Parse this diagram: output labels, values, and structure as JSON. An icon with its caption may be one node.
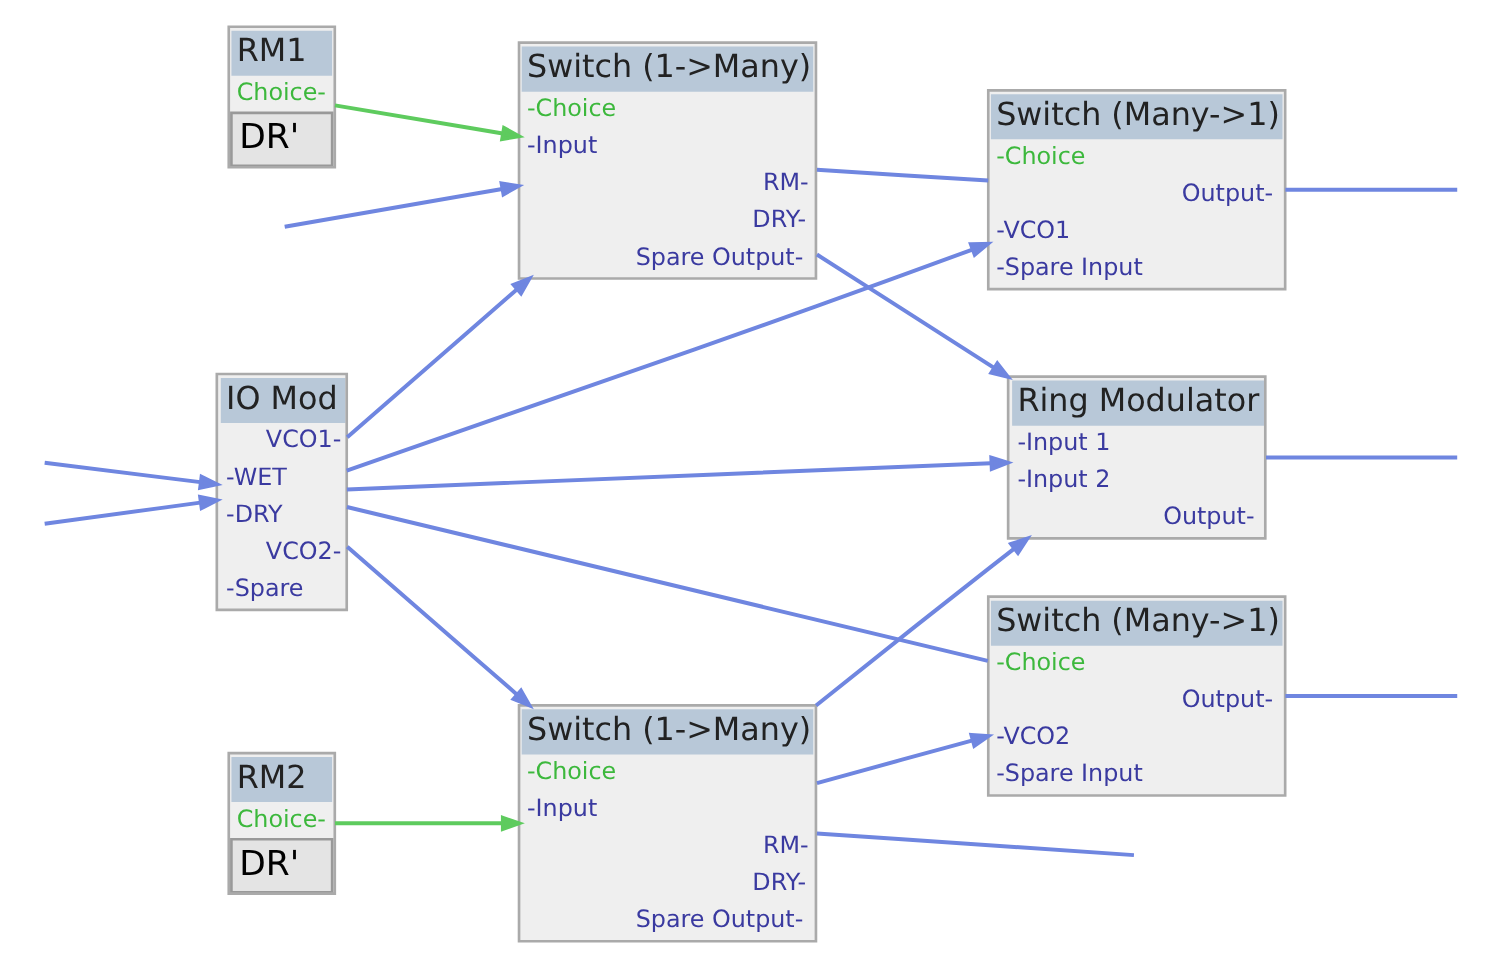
{
  "diagram": {
    "nodes": [
      {
        "text": [
          "RM1",
          "Choice-",
          "DR'"
        ]
      },
      {
        "text": [
          "Switch (1->Many)",
          "-Choice",
          "-Input",
          "RM-",
          "DRY-",
          "Spare Output-"
        ]
      },
      {
        "text": [
          "Switch (Many->1)",
          "-Choice",
          "Output-",
          "-VCO1",
          "-Spare Input"
        ]
      },
      {
        "text": [
          "IO Mod",
          "VCO1-",
          "-WET",
          "-DRY",
          "VCO2-",
          "-Spare"
        ]
      },
      {
        "text": [
          "Ring Modulator",
          "-Input 1",
          "-Input 2",
          "Output-"
        ]
      },
      {
        "text": [
          "Switch (Many->1)",
          "-Choice",
          "Output-",
          "-VCO2",
          "-Spare Input"
        ]
      },
      {
        "text": [
          "RM2",
          "Choice-",
          "DR'"
        ]
      },
      {
        "text": [
          "Switch (1->Many)",
          "-Choice",
          "-Input",
          "RM-",
          "DRY-",
          "Spare Output-"
        ]
      }
    ],
    "edges": [
      {
        "from": 0,
        "to": 1,
        "arrow": "to",
        "color": "#5ecb5e"
      },
      {
        "from": 3,
        "to": 1,
        "arrow": "to"
      },
      {
        "from": 3,
        "to": 2,
        "arrow": "to"
      },
      {
        "from": 1,
        "to": 2,
        "arrow": "none"
      },
      {
        "from": 1,
        "to": 4,
        "arrow": "to"
      },
      {
        "from": null,
        "to": 1,
        "arrow": "to"
      },
      {
        "from": 2,
        "to": null,
        "arrow": "none"
      },
      {
        "from": 3,
        "to": 4,
        "arrow": "to"
      },
      {
        "from": null,
        "to": 3,
        "arrow": "to"
      },
      {
        "from": null,
        "to": 3,
        "arrow": "to"
      },
      {
        "from": 3,
        "to": 5,
        "arrow": "none"
      },
      {
        "from": 3,
        "to": 7,
        "arrow": "to"
      },
      {
        "from": 5,
        "to": null,
        "arrow": "none"
      },
      {
        "from": 7,
        "to": 5,
        "arrow": "to"
      },
      {
        "from": 6,
        "to": 7,
        "arrow": "to",
        "color": "#5ecb5e"
      },
      {
        "from": 7,
        "to": 4,
        "arrow": "to"
      },
      {
        "from": 7,
        "to": null,
        "arrow": "none"
      },
      {
        "from": 4,
        "to": null,
        "arrow": "none"
      }
    ]
  }
}
